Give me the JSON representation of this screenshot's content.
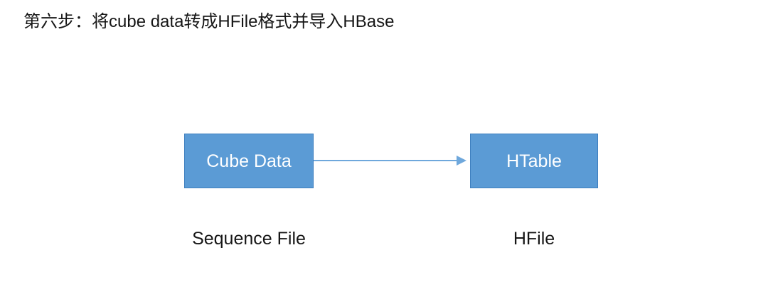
{
  "slide": {
    "title": "第六步：将cube data转成HFile格式并导入HBase",
    "background_color": "#FFFFFF",
    "text_color": "#161616"
  },
  "diagram": {
    "type": "flow",
    "node_fill_color": "#5B9BD5",
    "node_border_color": "#3E7FBF",
    "node_text_color": "#FFFFFF",
    "connector_color": "#6FA8DC",
    "nodes": [
      {
        "id": "cube-data",
        "label": "Cube Data",
        "caption": "Sequence File"
      },
      {
        "id": "htable",
        "label": "HTable",
        "caption": "HFile"
      }
    ],
    "connectors": [
      {
        "id": "cube-to-htable",
        "from": "cube-data",
        "to": "htable",
        "direction": "right",
        "arrowhead": "triangle",
        "label": ""
      }
    ]
  }
}
